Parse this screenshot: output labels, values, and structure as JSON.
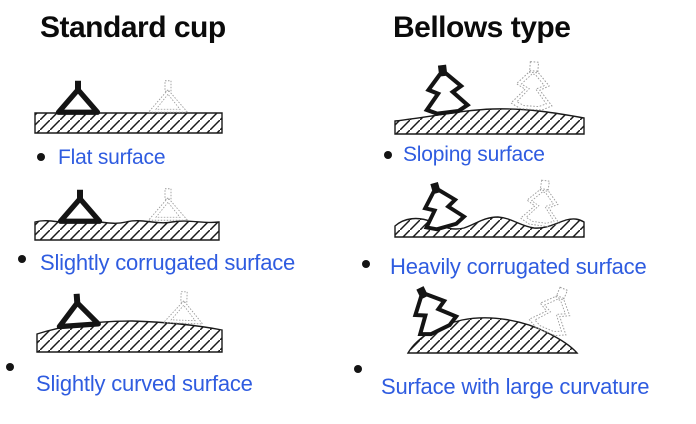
{
  "slide": {
    "colors": {
      "bullet_text_blue": "#2f5ce0",
      "heading_black": "#0b0b0b",
      "diagram_ink": "#1a1a1a"
    },
    "columns": [
      {
        "title": "Standard cup",
        "bullets": [
          {
            "label": "Flat surface"
          },
          {
            "label": "Slightly corrugated surface"
          },
          {
            "label": "Slightly curved surface"
          }
        ]
      },
      {
        "title": "Bellows type",
        "bullets": [
          {
            "label": "Sloping surface"
          },
          {
            "label": "Heavily corrugated surface"
          },
          {
            "label": "Surface with large curvature"
          }
        ]
      }
    ]
  }
}
